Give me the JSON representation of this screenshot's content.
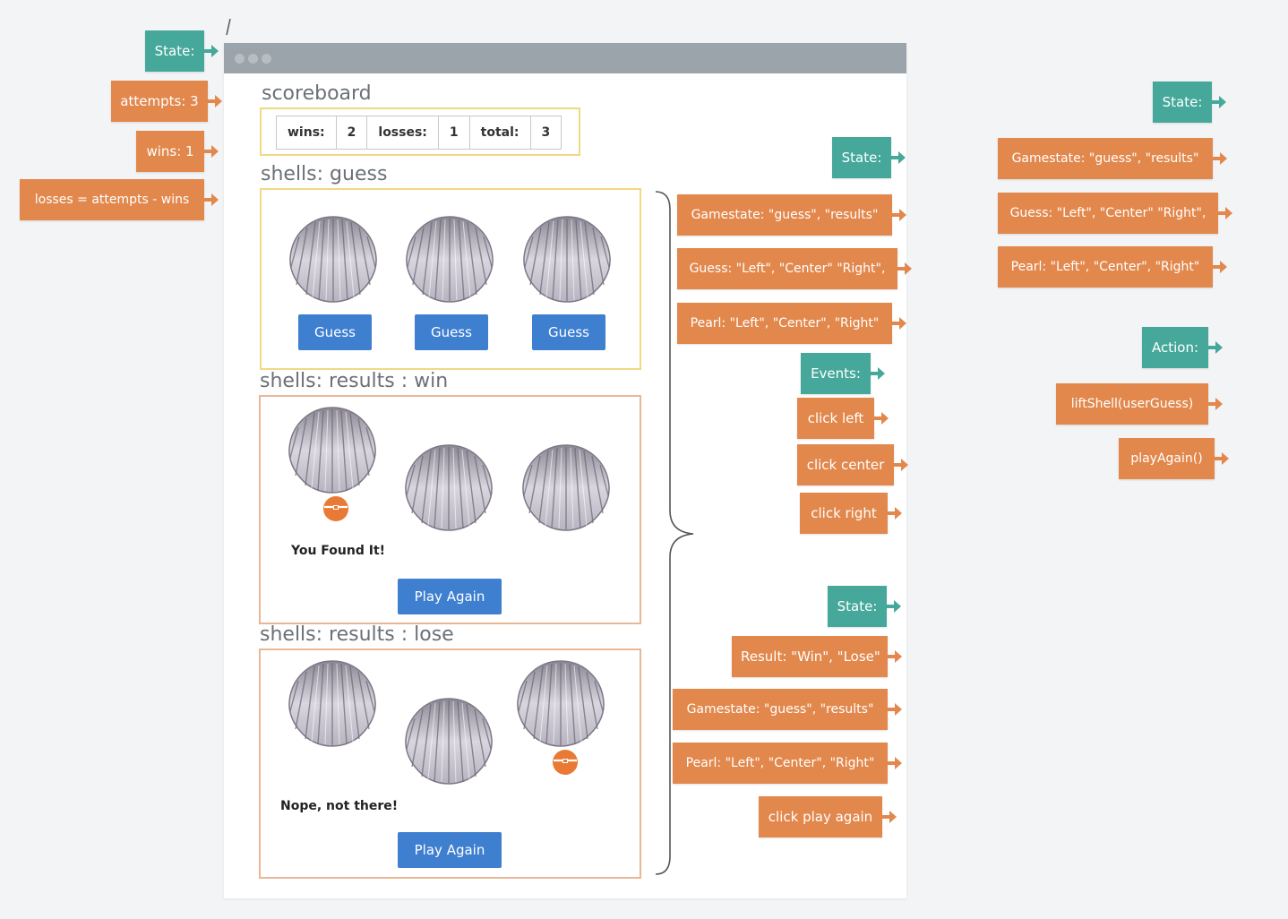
{
  "left_state": {
    "header": "State:",
    "attempts": "attempts: 3",
    "wins": "wins: 1",
    "losses": "losses = attempts - wins"
  },
  "scoreboard": {
    "label": "scoreboard",
    "wins_label": "wins:",
    "wins_value": "2",
    "losses_label": "losses:",
    "losses_value": "1",
    "total_label": "total:",
    "total_value": "3"
  },
  "guess_section": {
    "label": "shells: guess",
    "buttons": [
      "Guess",
      "Guess",
      "Guess"
    ]
  },
  "win_section": {
    "label": "shells: results : win",
    "message": "You Found It!",
    "button": "Play Again"
  },
  "lose_section": {
    "label": "shells: results : lose",
    "message": "Nope, not there!",
    "button": "Play Again"
  },
  "middle_state": {
    "header": "State:",
    "gamestate": "Gamestate: \"guess\", \"results\"",
    "guess": "Guess: \"Left\", \"Center\" \"Right\",",
    "pearl": "Pearl: \"Left\", \"Center\", \"Right\""
  },
  "events": {
    "header": "Events:",
    "items": [
      "click left",
      "click center",
      "click right"
    ]
  },
  "results_state": {
    "header": "State:",
    "result": "Result: \"Win\", \"Lose\"",
    "gamestate": "Gamestate: \"guess\", \"results\"",
    "pearl": "Pearl: \"Left\", \"Center\", \"Right\"",
    "event": "click play again"
  },
  "right_state": {
    "header": "State:",
    "gamestate": "Gamestate: \"guess\", \"results\"",
    "guess": "Guess: \"Left\", \"Center\" \"Right\",",
    "pearl": "Pearl: \"Left\", \"Center\", \"Right\""
  },
  "actions": {
    "header": "Action:",
    "items": [
      "liftShell(userGuess)",
      "playAgain()"
    ]
  },
  "colors": {
    "teal": "#45a89b",
    "orange": "#e2884d",
    "button_blue": "#3f7fd0",
    "guess_border": "#f0d982",
    "results_border": "#eab796"
  }
}
